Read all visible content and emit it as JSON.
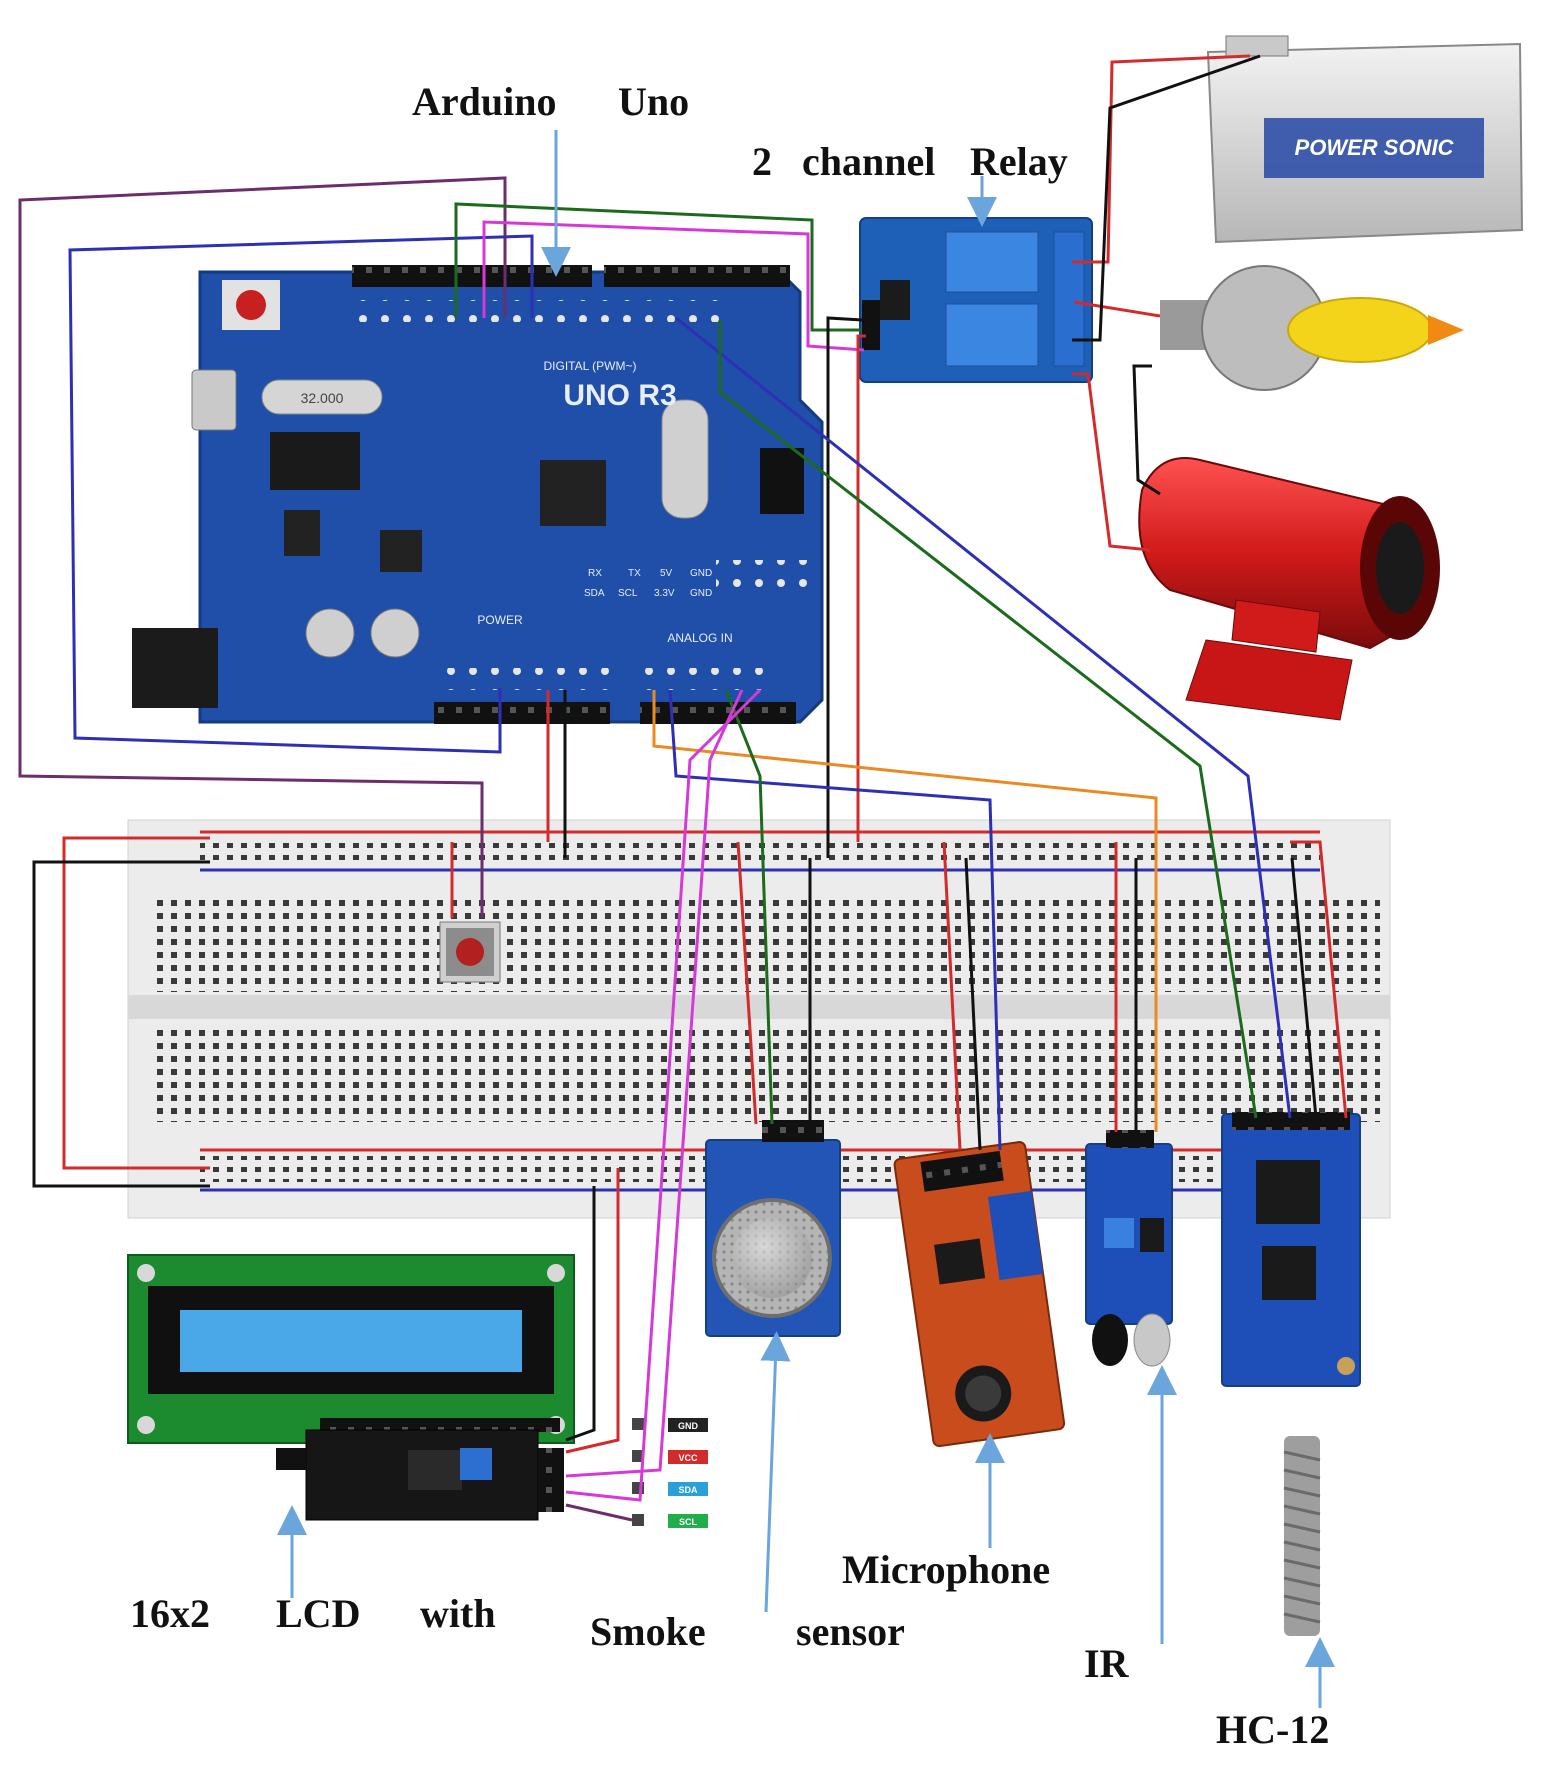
{
  "labels": {
    "arduino_part1": "Arduino",
    "arduino_part2": "Uno",
    "relay_num": "2",
    "relay_word1": "channel",
    "relay_word2": "Relay",
    "lcd_part1": "16x2",
    "lcd_part2": "LCD",
    "lcd_part3": "with",
    "smoke_part1": "Smoke",
    "smoke_part2": "sensor",
    "microphone": "Microphone",
    "ir": "IR",
    "hc12": "HC-12"
  },
  "board": {
    "model": "UNO R3",
    "section_digital": "DIGITAL (PWM~)",
    "section_power": "POWER",
    "section_analog": "ANALOG IN",
    "icsp_labels": [
      "RX",
      "TX",
      "5V",
      "GND",
      "SDA",
      "SCL",
      "3.3V",
      "GND"
    ],
    "crystal": "32.000"
  },
  "i2c_pins": [
    "GND",
    "VCC",
    "SDA",
    "SCL"
  ],
  "battery_brand": "POWER SONIC",
  "colors": {
    "board": "#1f4fa8",
    "relay": "#1e5fb8",
    "wire_red": "#d22b2b",
    "wire_black": "#111111",
    "wire_blue": "#2d2fb5",
    "wire_green": "#1c6b1c",
    "wire_purple": "#6b2d6b",
    "wire_magenta": "#d63ad6",
    "wire_orange": "#e98a25",
    "arrow": "#6aa5dc",
    "lcd_pcb": "#1c8a2e",
    "lcd_screen": "#4aa8e8",
    "siren": "#d11a1a",
    "mic_pcb": "#c94d1c",
    "bulb": "#f4d41a"
  },
  "icons": [
    "arduino-uno-board",
    "relay-module",
    "battery",
    "halogen-bulb",
    "siren",
    "breadboard",
    "push-button",
    "lcd-display",
    "i2c-adapter",
    "smoke-sensor",
    "microphone-sensor",
    "ir-sensor",
    "hc12-module",
    "spring-antenna"
  ]
}
